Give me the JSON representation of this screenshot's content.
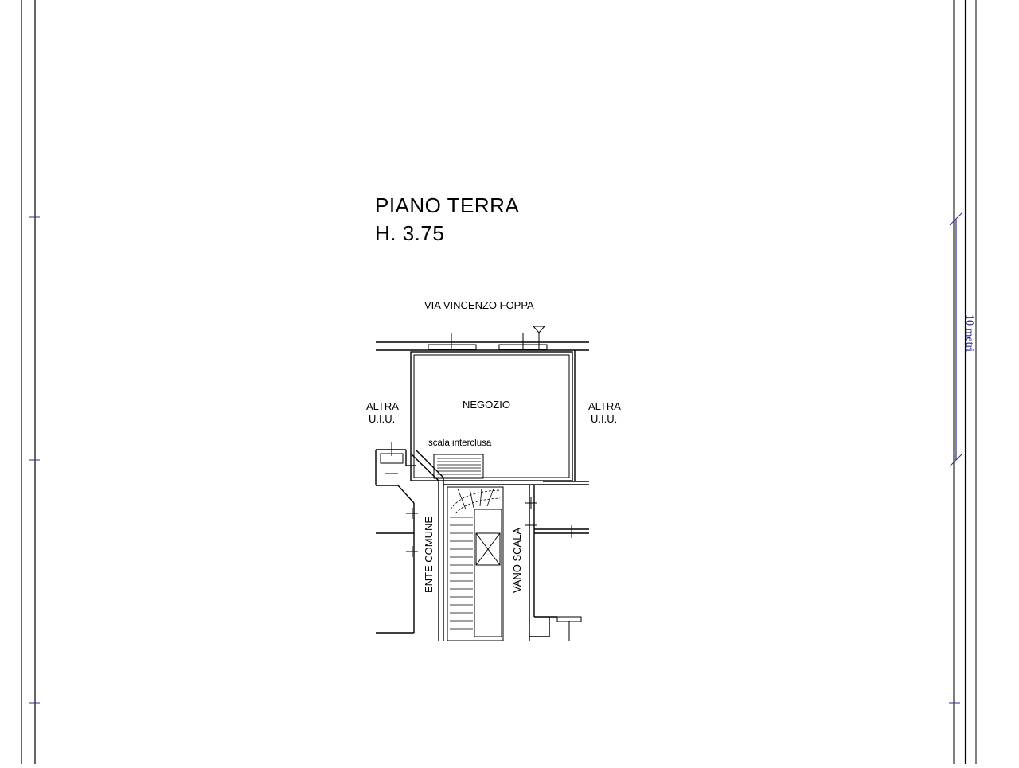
{
  "floor_title": "PIANO TERRA",
  "floor_height": "H. 3.75",
  "street": "VIA VINCENZO FOPPA",
  "rooms": {
    "shop": "NEGOZIO",
    "other_left_line1": "ALTRA",
    "other_left_line2": "U.I.U.",
    "other_right_line1": "ALTRA",
    "other_right_line2": "U.I.U.",
    "interior_stair": "scala interclusa",
    "common_entity": "ENTE COMUNE",
    "stairwell": "VANO SCALA"
  },
  "scale_bar": {
    "label": "10 metri"
  },
  "colors": {
    "line": "#000000",
    "frame_accent": "#2b2b8c",
    "background": "#ffffff"
  }
}
